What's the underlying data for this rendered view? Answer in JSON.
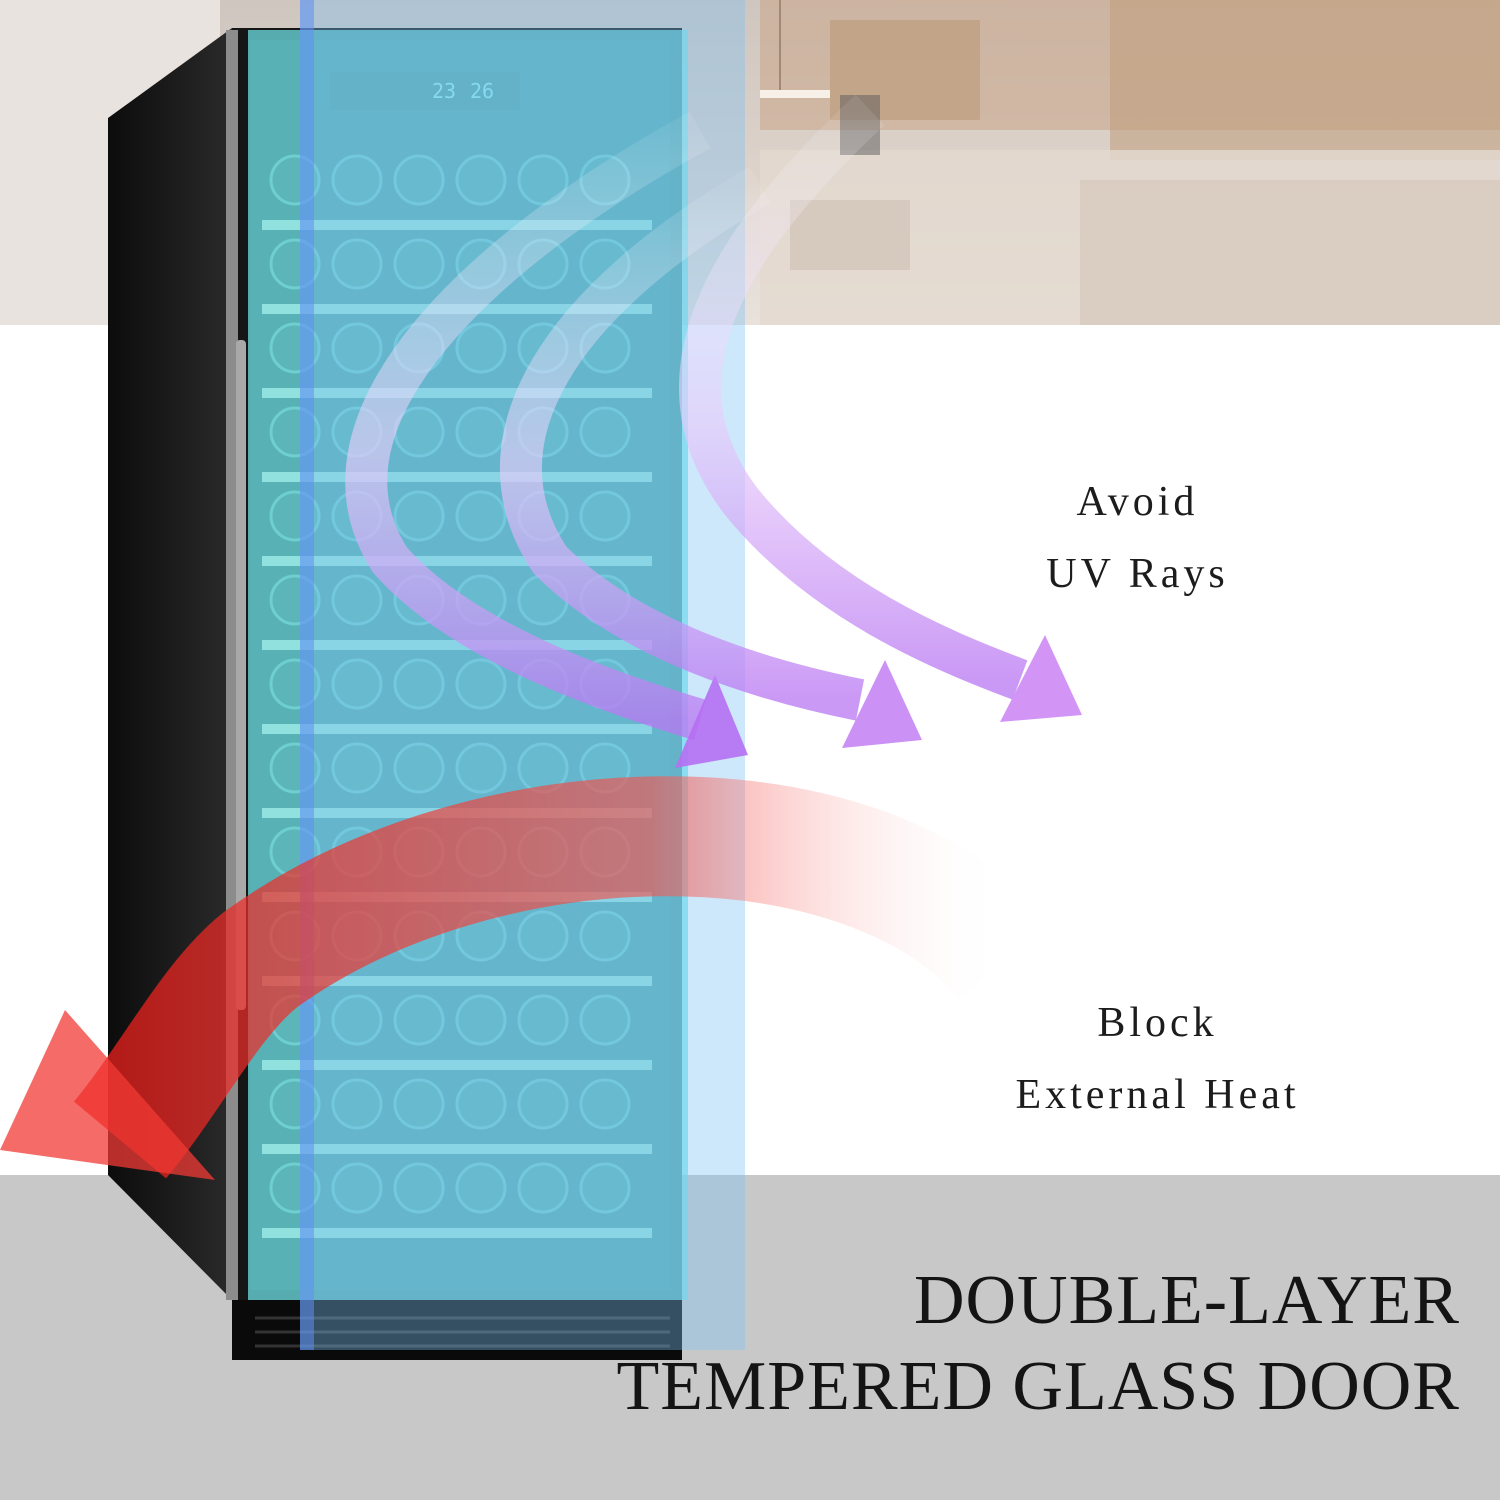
{
  "features": {
    "uv": {
      "line1": "Avoid",
      "line2": "UV Rays"
    },
    "heat": {
      "line1": "Block",
      "line2": "External Heat"
    }
  },
  "headline": {
    "line1": "DOUBLE-LAYER",
    "line2": "TEMPERED GLASS DOOR"
  },
  "display": {
    "left_temp": "23",
    "right_temp": "26"
  },
  "colors": {
    "glass_cyan": "#6fe6ea",
    "glass_blue": "#6aa3f0",
    "uv_purple": "#c98bf4",
    "heat_red": "#f03a35",
    "cabinet_black": "#121212",
    "floor_gray": "#c8c8c8"
  }
}
